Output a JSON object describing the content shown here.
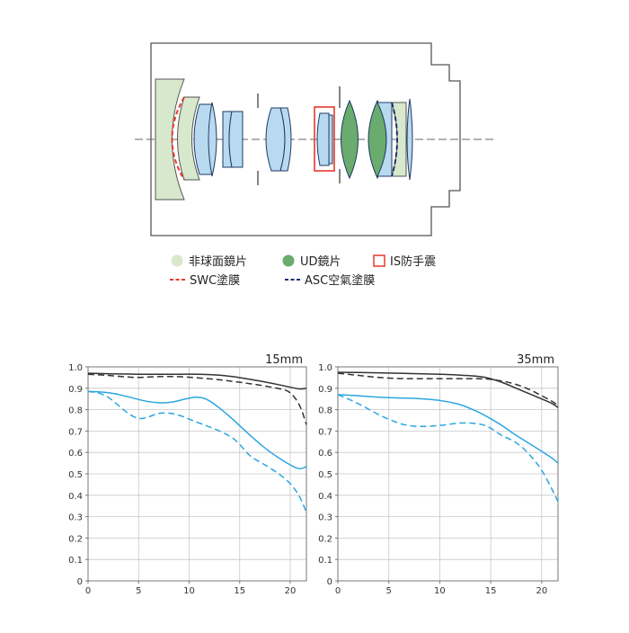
{
  "colors": {
    "body_outline": "#555555",
    "aspheric_fill": "#d7e8cc",
    "ud_fill": "#6aab6e",
    "normal_fill": "#b8d9ef",
    "normal_stroke": "#1f3b63",
    "is_box": "#e63a2e",
    "swc": "#e63a2e",
    "asc": "#1f2f6b",
    "grid": "#c8c8c8",
    "sagittal": "#333333",
    "meridional": "#2aa7e0"
  },
  "legend": {
    "aspheric": "非球面鏡片",
    "ud": "UD鏡片",
    "is": "IS防手震",
    "swc": "SWC塗膜",
    "asc": "ASC空氣塗膜"
  },
  "chart_data": [
    {
      "type": "line",
      "title": "15mm",
      "xlim": [
        0,
        21.6
      ],
      "ylim": [
        0,
        1.0
      ],
      "xticks": [
        "0",
        "5",
        "10",
        "15",
        "20"
      ],
      "yticks": [
        "0",
        "0.1",
        "0.2",
        "0.3",
        "0.4",
        "0.5",
        "0.6",
        "0.7",
        "0.8",
        "0.9",
        "1.0"
      ],
      "grid": true,
      "series": [
        {
          "style": "solid-dark",
          "x": [
            0,
            2,
            4,
            6,
            8,
            10,
            12,
            14,
            16,
            18,
            20,
            21,
            21.6
          ],
          "y": [
            0.97,
            0.968,
            0.966,
            0.965,
            0.965,
            0.966,
            0.965,
            0.957,
            0.942,
            0.925,
            0.905,
            0.895,
            0.9
          ]
        },
        {
          "style": "dashed-dark",
          "x": [
            0,
            2,
            4,
            5,
            7,
            9,
            11,
            13,
            15,
            17,
            19,
            20,
            21,
            21.6
          ],
          "y": [
            0.965,
            0.96,
            0.952,
            0.95,
            0.955,
            0.955,
            0.948,
            0.94,
            0.928,
            0.915,
            0.898,
            0.885,
            0.82,
            0.73
          ]
        },
        {
          "style": "solid-blue",
          "x": [
            0,
            2,
            4,
            6,
            8,
            10,
            11,
            12,
            14,
            16,
            18,
            20,
            21,
            21.6
          ],
          "y": [
            0.885,
            0.882,
            0.86,
            0.835,
            0.83,
            0.855,
            0.86,
            0.845,
            0.77,
            0.68,
            0.6,
            0.54,
            0.52,
            0.535
          ]
        },
        {
          "style": "dashed-blue",
          "x": [
            0,
            1,
            2,
            3,
            4,
            5,
            6,
            7,
            8,
            9,
            10,
            12,
            14,
            15,
            16,
            18,
            20,
            21,
            21.6
          ],
          "y": [
            0.885,
            0.88,
            0.86,
            0.82,
            0.78,
            0.755,
            0.765,
            0.785,
            0.785,
            0.775,
            0.755,
            0.72,
            0.68,
            0.64,
            0.58,
            0.53,
            0.46,
            0.39,
            0.32
          ]
        }
      ]
    },
    {
      "type": "line",
      "title": "35mm",
      "xlim": [
        0,
        21.6
      ],
      "ylim": [
        0,
        1.0
      ],
      "xticks": [
        "0",
        "5",
        "10",
        "15",
        "20"
      ],
      "yticks": [
        "0",
        "0.1",
        "0.2",
        "0.3",
        "0.4",
        "0.5",
        "0.6",
        "0.7",
        "0.8",
        "0.9",
        "1.0"
      ],
      "grid": true,
      "series": [
        {
          "style": "solid-dark",
          "x": [
            0,
            4,
            8,
            12,
            14,
            15,
            16,
            17,
            18,
            19,
            20,
            21,
            21.6
          ],
          "y": [
            0.975,
            0.972,
            0.968,
            0.962,
            0.955,
            0.945,
            0.93,
            0.91,
            0.89,
            0.87,
            0.85,
            0.83,
            0.81
          ]
        },
        {
          "style": "dashed-dark",
          "x": [
            0,
            2,
            4,
            6,
            8,
            10,
            12,
            14,
            15,
            16,
            17,
            18,
            19,
            20,
            21,
            21.6
          ],
          "y": [
            0.97,
            0.96,
            0.95,
            0.945,
            0.945,
            0.945,
            0.945,
            0.945,
            0.942,
            0.935,
            0.925,
            0.91,
            0.89,
            0.865,
            0.84,
            0.82
          ]
        },
        {
          "style": "solid-blue",
          "x": [
            0,
            2,
            4,
            6,
            8,
            10,
            12,
            13,
            14,
            16,
            17,
            18,
            19,
            20,
            21,
            21.6
          ],
          "y": [
            0.87,
            0.865,
            0.858,
            0.855,
            0.852,
            0.845,
            0.825,
            0.805,
            0.785,
            0.73,
            0.695,
            0.665,
            0.635,
            0.605,
            0.575,
            0.55
          ]
        },
        {
          "style": "dashed-blue",
          "x": [
            0,
            2,
            4,
            6,
            7,
            8,
            10,
            12,
            14,
            15,
            16,
            17,
            18,
            19,
            20,
            21,
            21.6
          ],
          "y": [
            0.87,
            0.83,
            0.775,
            0.735,
            0.725,
            0.72,
            0.725,
            0.74,
            0.735,
            0.715,
            0.68,
            0.66,
            0.63,
            0.58,
            0.52,
            0.43,
            0.37
          ]
        }
      ]
    }
  ]
}
